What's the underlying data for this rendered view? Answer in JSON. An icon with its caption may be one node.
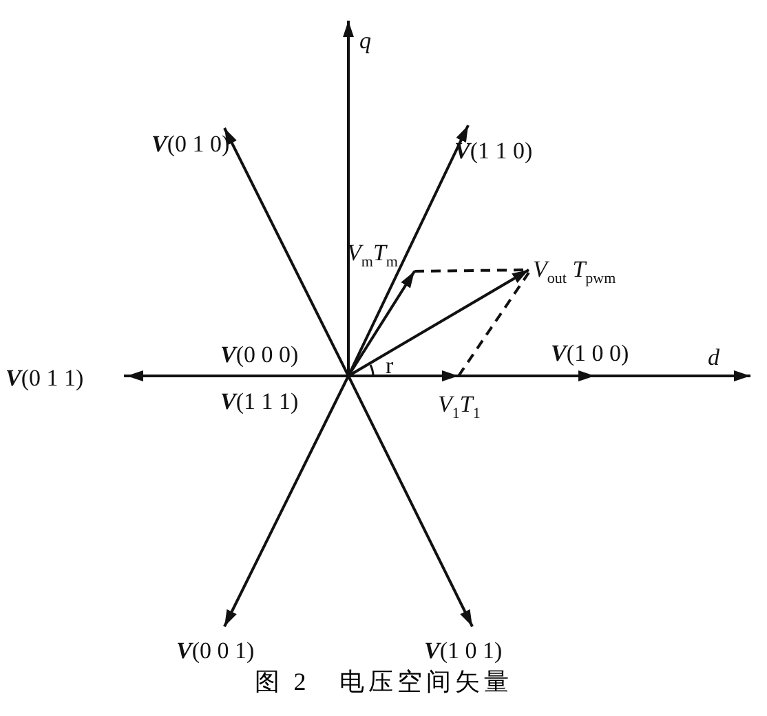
{
  "diagram": {
    "caption": "图 2　电压空间矢量",
    "labels": [
      "q",
      "**V**(0 1 0)",
      "**V**(1 1 0)",
      "*V*$_{m}$*T*$_{m}$",
      "*V*$_{out}$ *T*$_{pwm}$",
      "**V**(0 1 1)",
      "**V**(0 0 0)",
      "r",
      "**V**(1 0 0)",
      "d",
      "**V**(1 1 1)",
      "*V*$_{1}$*T*$_{1}$",
      "**V**(0 0 1)",
      "**V**(1 0 1)"
    ]
  }
}
